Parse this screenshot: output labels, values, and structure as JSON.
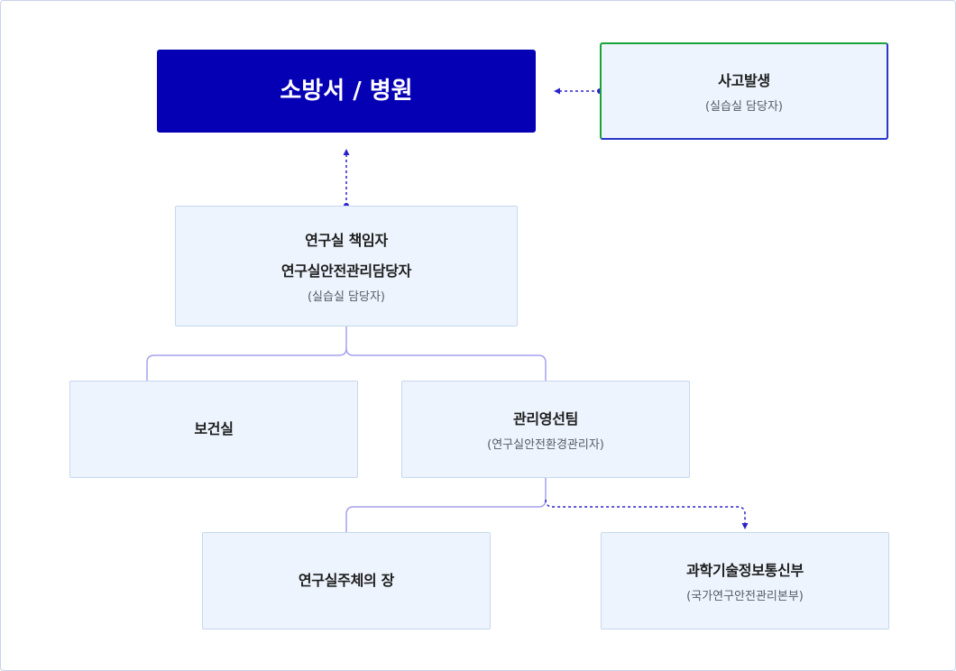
{
  "nodes": {
    "fire_hospital": {
      "title": "소방서 / 병원"
    },
    "accident": {
      "title": "사고발생",
      "sub": "(실습실 담당자)"
    },
    "lab_head": {
      "title1": "연구실 책임자",
      "title2": "연구실안전관리담당자",
      "sub": "(실습실 담당자)"
    },
    "health": {
      "title": "보건실"
    },
    "ops": {
      "title": "관리영선팀",
      "sub": "(연구실안전환경관리자)"
    },
    "lab_owner": {
      "title": "연구실주체의 장"
    },
    "ministry": {
      "title": "과학기술정보통신부",
      "sub": "(국가연구안전관리본부)"
    }
  },
  "colors": {
    "primary_box": "#0600b4",
    "box_fill": "#edf4fd",
    "box_border": "#c7d8ef",
    "solid_connector": "#a6a2ee",
    "dashed_connector": "#2b23c9",
    "accident_border_green": "#1aa33b",
    "accident_border_blue": "#2c35c6"
  }
}
